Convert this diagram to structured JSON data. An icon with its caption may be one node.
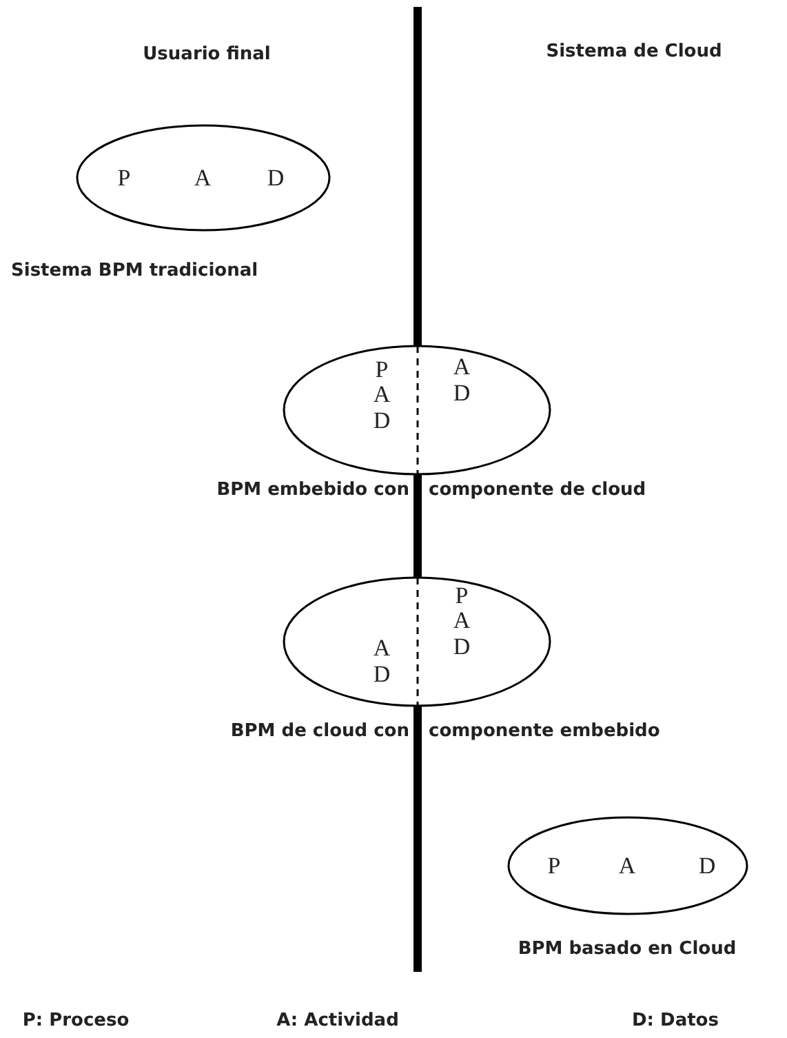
{
  "diagram": {
    "nodes": [
      {
        "text": [
          "P",
          "A",
          "D"
        ],
        "beside": [
          "Sistema BPM tradicional"
        ]
      },
      {
        "text": [
          "P",
          "A",
          "D",
          "A",
          "D"
        ]
      },
      {
        "text": [
          "A",
          "D",
          "P",
          "A",
          "D"
        ]
      },
      {
        "text": [
          "P",
          "A",
          "D"
        ],
        "beside": [
          "BPM basado en Cloud"
        ]
      }
    ],
    "edges": [],
    "labels": [
      "Usuario final",
      "Sistema de Cloud",
      "BPM embebido con",
      "componente de cloud",
      "BPM de cloud con",
      "componente embebido",
      "P: Proceso",
      "A: Actividad",
      "D: Datos"
    ]
  }
}
